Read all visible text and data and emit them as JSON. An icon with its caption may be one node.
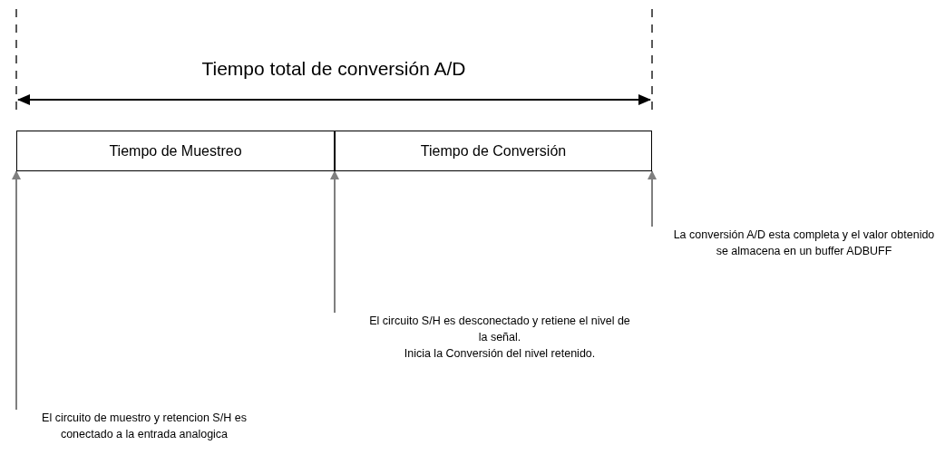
{
  "diagram": {
    "nodes": [
      {
        "text": [
          "Tiempo de Muestreo"
        ]
      },
      {
        "text": [
          "Tiempo de Conversión"
        ]
      },
      {
        "text": [
          "El circuito de muestro y retencion S/H es conectado a la entrada analogica"
        ]
      },
      {
        "text": [
          "El circuito S/H es desconectado y retiene el nivel de la señal.",
          "Inicia la Conversión del nivel retenido."
        ]
      },
      {
        "text": [
          "La conversión A/D esta completa y el valor obtenido se almacena en un buffer ADBUFF"
        ]
      }
    ],
    "edges": [
      {
        "from": 2,
        "to": 0,
        "arrow": "to"
      },
      {
        "from": 3,
        "to": 1,
        "arrow": "to"
      },
      {
        "from": 4,
        "to": 1,
        "arrow": "to"
      }
    ],
    "labels": [
      "Tiempo total de conversión A/D"
    ]
  }
}
